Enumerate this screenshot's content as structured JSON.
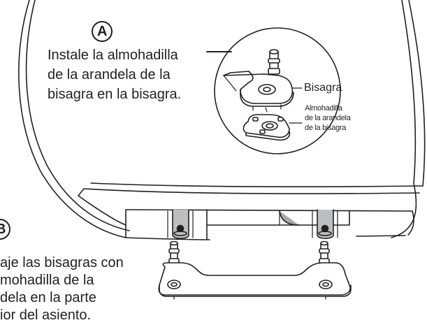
{
  "step_a": {
    "letter": "A",
    "instruction": [
      "Instale la almohadilla",
      "de la arandela de la",
      "bisagra en la bisagra."
    ]
  },
  "callouts": {
    "hinge": "Bisagra",
    "washer_pad": [
      "Almohadilla",
      "de la arandela",
      "de la bisagra"
    ]
  },
  "step_b": {
    "letter": "B",
    "instruction": [
      "aje las bisagras con",
      "mohadilla de la",
      "dela en la parte",
      "ior del asiento."
    ]
  }
}
